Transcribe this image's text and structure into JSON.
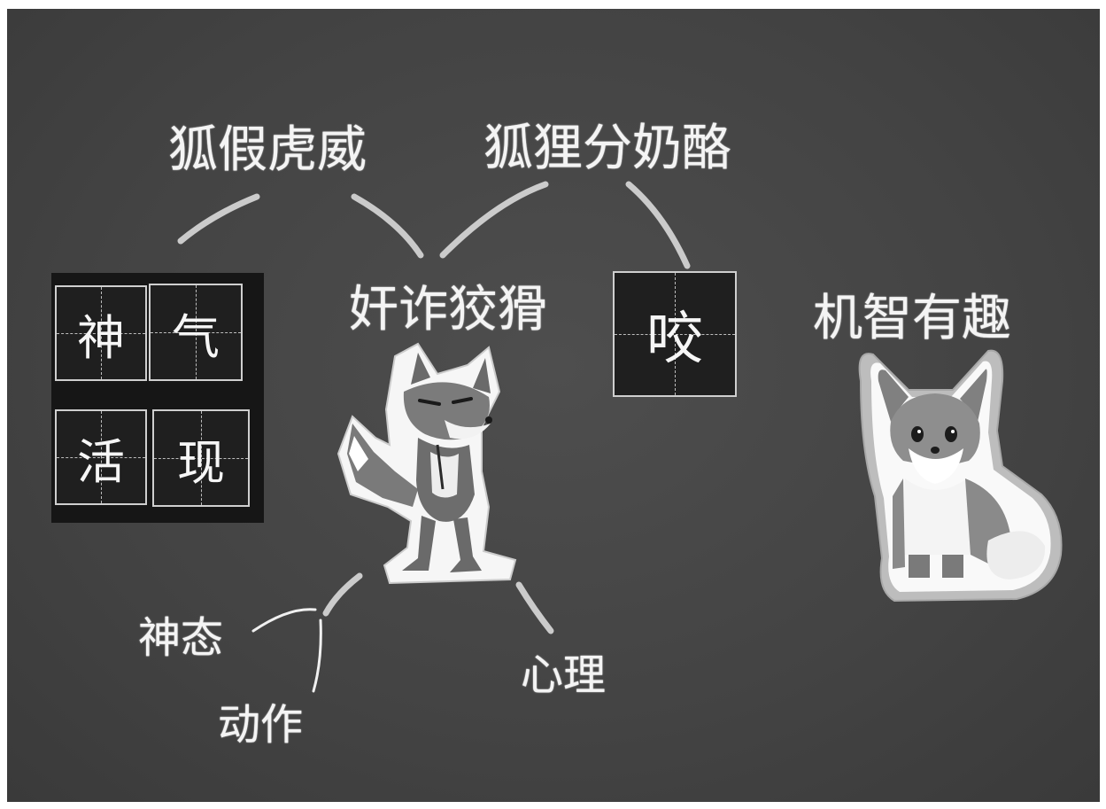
{
  "board": {
    "phrase_left": "狐假虎威",
    "phrase_right": "狐狸分奶酪",
    "center_label": "奸诈狡猾",
    "right_label": "机智有趣",
    "branch_left_1": "神态",
    "branch_left_2": "动作",
    "branch_right": "心理"
  },
  "characters": {
    "grid_1": "神",
    "grid_2": "气",
    "grid_3": "活",
    "grid_4": "现",
    "grid_bite": "咬"
  },
  "colors": {
    "board": "#444444",
    "chalk": "#f4f4f4",
    "grid_bg": "#1f1f1f"
  }
}
